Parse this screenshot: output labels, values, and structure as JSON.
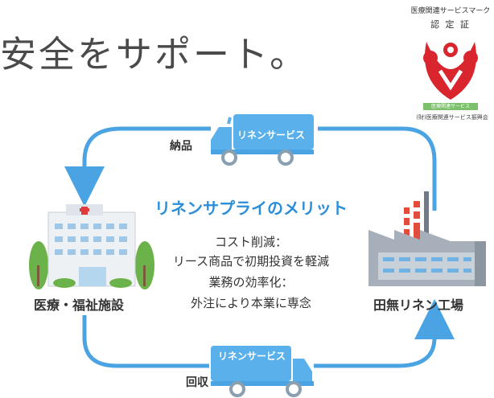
{
  "headline": "安全をサポート。",
  "certification": {
    "line1": "医療関連サービスマーク",
    "line2": "認 定 証",
    "band_text": "医療関連サービス",
    "footer": "(財)医療関連サービス振興会"
  },
  "diagram": {
    "top_truck_label": "リネンサービス",
    "bottom_truck_label": "リネンサービス",
    "delivery_label": "納品",
    "collection_label": "回収",
    "hospital_label": "医療・福祉施設",
    "factory_label": "田無リネン工場",
    "merit_title": "リネンサプライのメリット",
    "merit_lines": [
      "コスト削減：",
      "リース商品で初期投資を軽減",
      "業務の効率化：",
      "外注により本業に専念"
    ]
  },
  "colors": {
    "arrow": "#4aa3e3",
    "truck": "#5ab0ea",
    "merit_title": "#2b8ed9",
    "cert_red": "#d9252e",
    "cert_green": "#7bc06a"
  },
  "icons": [
    "hospital-icon",
    "factory-icon",
    "truck-icon",
    "cross-icon",
    "certification-mark-icon"
  ]
}
